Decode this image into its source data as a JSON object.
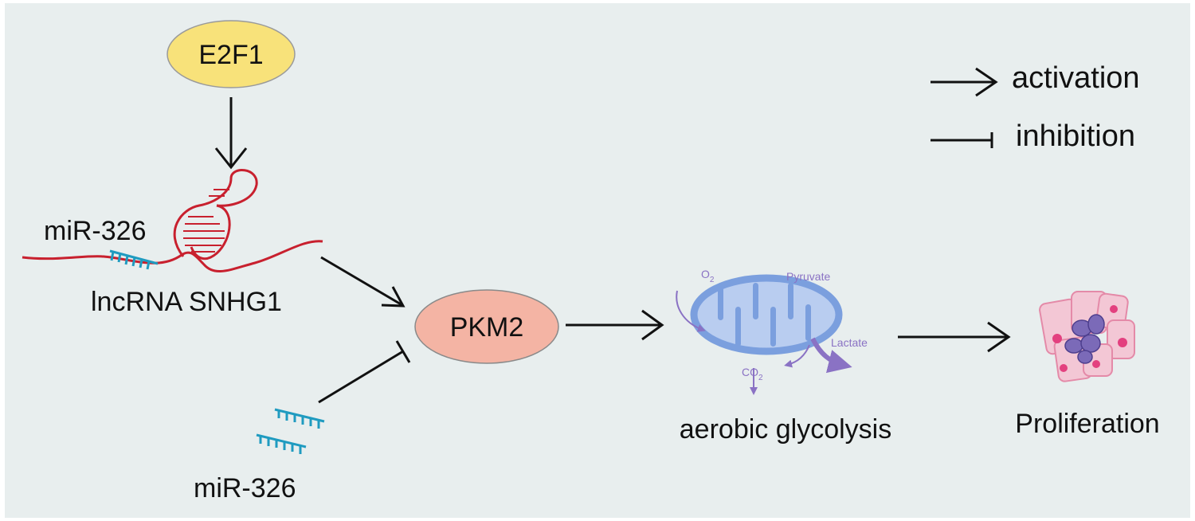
{
  "colors": {
    "background": "#e8eeee",
    "e2f1_fill": "#f8e27a",
    "pkm2_fill": "#f4b4a4",
    "rna_strand": "#c8202e",
    "mirna": "#1f9bc0",
    "mitochondrion": "#7b9fde",
    "mito_inner": "#b9cdf0",
    "metabolite_text": "#8a72c4",
    "cell_fill": "#f3c7d5",
    "cell_stroke": "#e48aa8",
    "nucleus": "#e3407f",
    "cluster": "#7b6ab8",
    "arrow": "#111111"
  },
  "nodes": {
    "e2f1": "E2F1",
    "pkm2": "PKM2",
    "mir326_top": "miR-326",
    "lncrna": "lncRNA SNHG1",
    "mir326_bottom": "miR-326",
    "glycolysis": "aerobic glycolysis",
    "proliferation": "Proliferation"
  },
  "metabolites": {
    "o2": "O",
    "o2_sub": "2",
    "pyruvate": "Pyruvate",
    "lactate": "Lactate",
    "co2": "CO",
    "co2_sub": "2"
  },
  "legend": {
    "activation": "activation",
    "inhibition": "inhibition"
  },
  "edges": [
    {
      "from": "E2F1",
      "to": "lncRNA SNHG1",
      "type": "activation"
    },
    {
      "from": "lncRNA SNHG1",
      "to": "PKM2",
      "type": "activation"
    },
    {
      "from": "miR-326",
      "to": "PKM2",
      "type": "inhibition"
    },
    {
      "from": "PKM2",
      "to": "aerobic glycolysis",
      "type": "activation"
    },
    {
      "from": "aerobic glycolysis",
      "to": "Proliferation",
      "type": "activation"
    }
  ]
}
